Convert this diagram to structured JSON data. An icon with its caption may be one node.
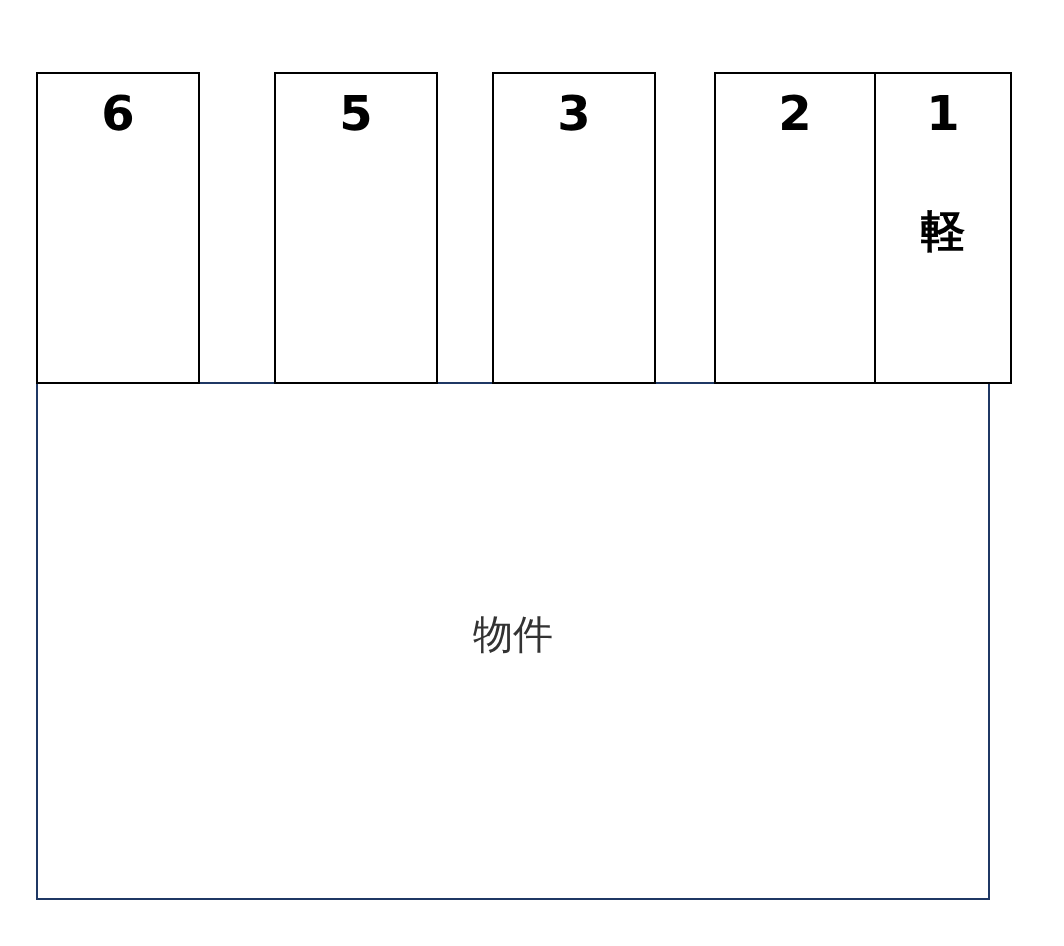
{
  "diagram": {
    "nodes": [
      {
        "text": [
          "6"
        ]
      },
      {
        "text": [
          "5"
        ]
      },
      {
        "text": [
          "3"
        ]
      },
      {
        "text": [
          "2"
        ]
      },
      {
        "text": [
          "1",
          "軽"
        ]
      },
      {
        "text": [
          "物件"
        ]
      }
    ]
  }
}
